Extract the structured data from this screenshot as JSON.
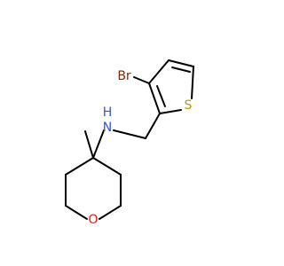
{
  "molecule": {
    "atoms": {
      "bromine": {
        "symbol": "Br",
        "color": "#8b2500"
      },
      "sulfur": {
        "symbol": "S",
        "color": "#b59b00"
      },
      "nitrogen": {
        "symbol": "N",
        "color": "#3050f8"
      },
      "hydrogen": {
        "symbol": "H",
        "color": "#3050f8"
      },
      "oxygen": {
        "symbol": "O",
        "color": "#ff0d0d"
      }
    },
    "bond_color": "#000000"
  }
}
